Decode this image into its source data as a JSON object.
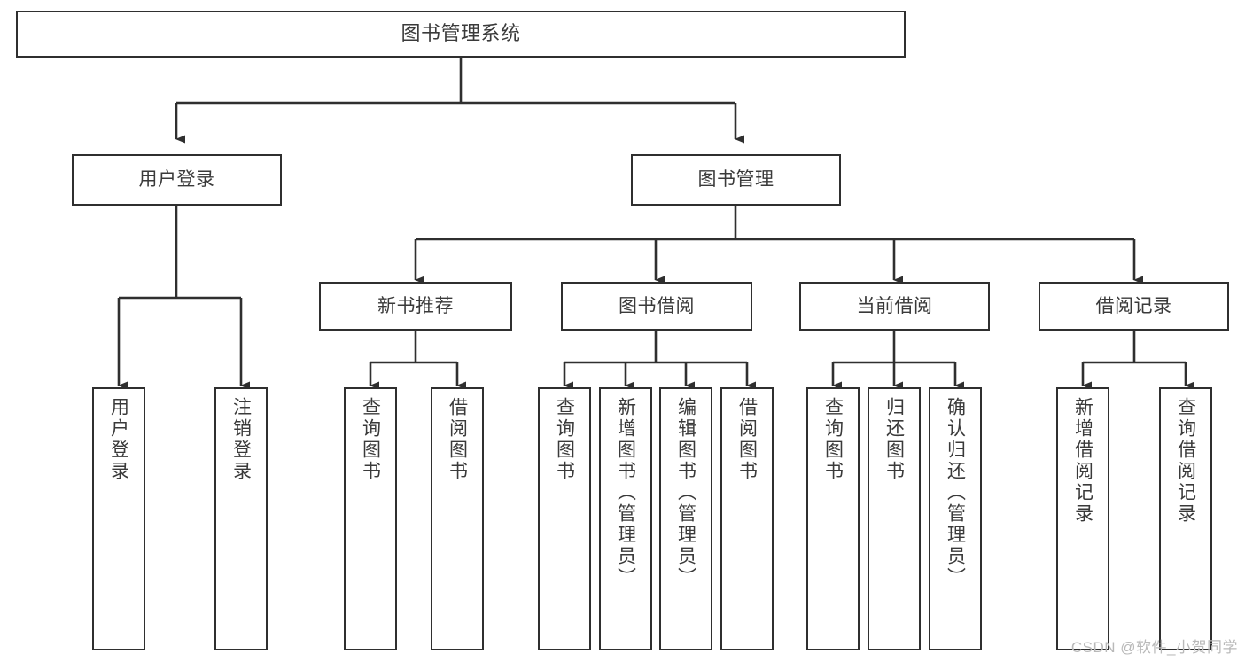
{
  "diagram": {
    "title": "图书管理系统",
    "type": "tree-hierarchy",
    "watermark": "CSDN @软件_小贺同学",
    "colors": {
      "box_stroke": "#2f2f2f",
      "box_fill": "#ffffff",
      "connector": "#2f2f2f",
      "text": "#3a3a3a",
      "watermark": "#b9b9b9",
      "background": "#ffffff"
    },
    "levels": {
      "root": {
        "label": "图书管理系统"
      },
      "level1": [
        {
          "label": "用户登录"
        },
        {
          "label": "图书管理"
        }
      ],
      "level2": [
        {
          "label": "新书推荐"
        },
        {
          "label": "图书借阅"
        },
        {
          "label": "当前借阅"
        },
        {
          "label": "借阅记录"
        }
      ],
      "leaves": {
        "user_login": [
          {
            "label": "用户登录"
          },
          {
            "label": "注销登录"
          }
        ],
        "new_book_recommend": [
          {
            "label": "查询图书"
          },
          {
            "label": "借阅图书"
          }
        ],
        "book_borrow": [
          {
            "label": "查询图书"
          },
          {
            "label": "新增图书（管理员）"
          },
          {
            "label": "编辑图书（管理员）"
          },
          {
            "label": "借阅图书"
          }
        ],
        "current_borrow": [
          {
            "label": "查询图书"
          },
          {
            "label": "归还图书"
          },
          {
            "label": "确认归还（管理员）"
          }
        ],
        "borrow_record": [
          {
            "label": "新增借阅记录"
          },
          {
            "label": "查询借阅记录"
          }
        ]
      }
    }
  }
}
